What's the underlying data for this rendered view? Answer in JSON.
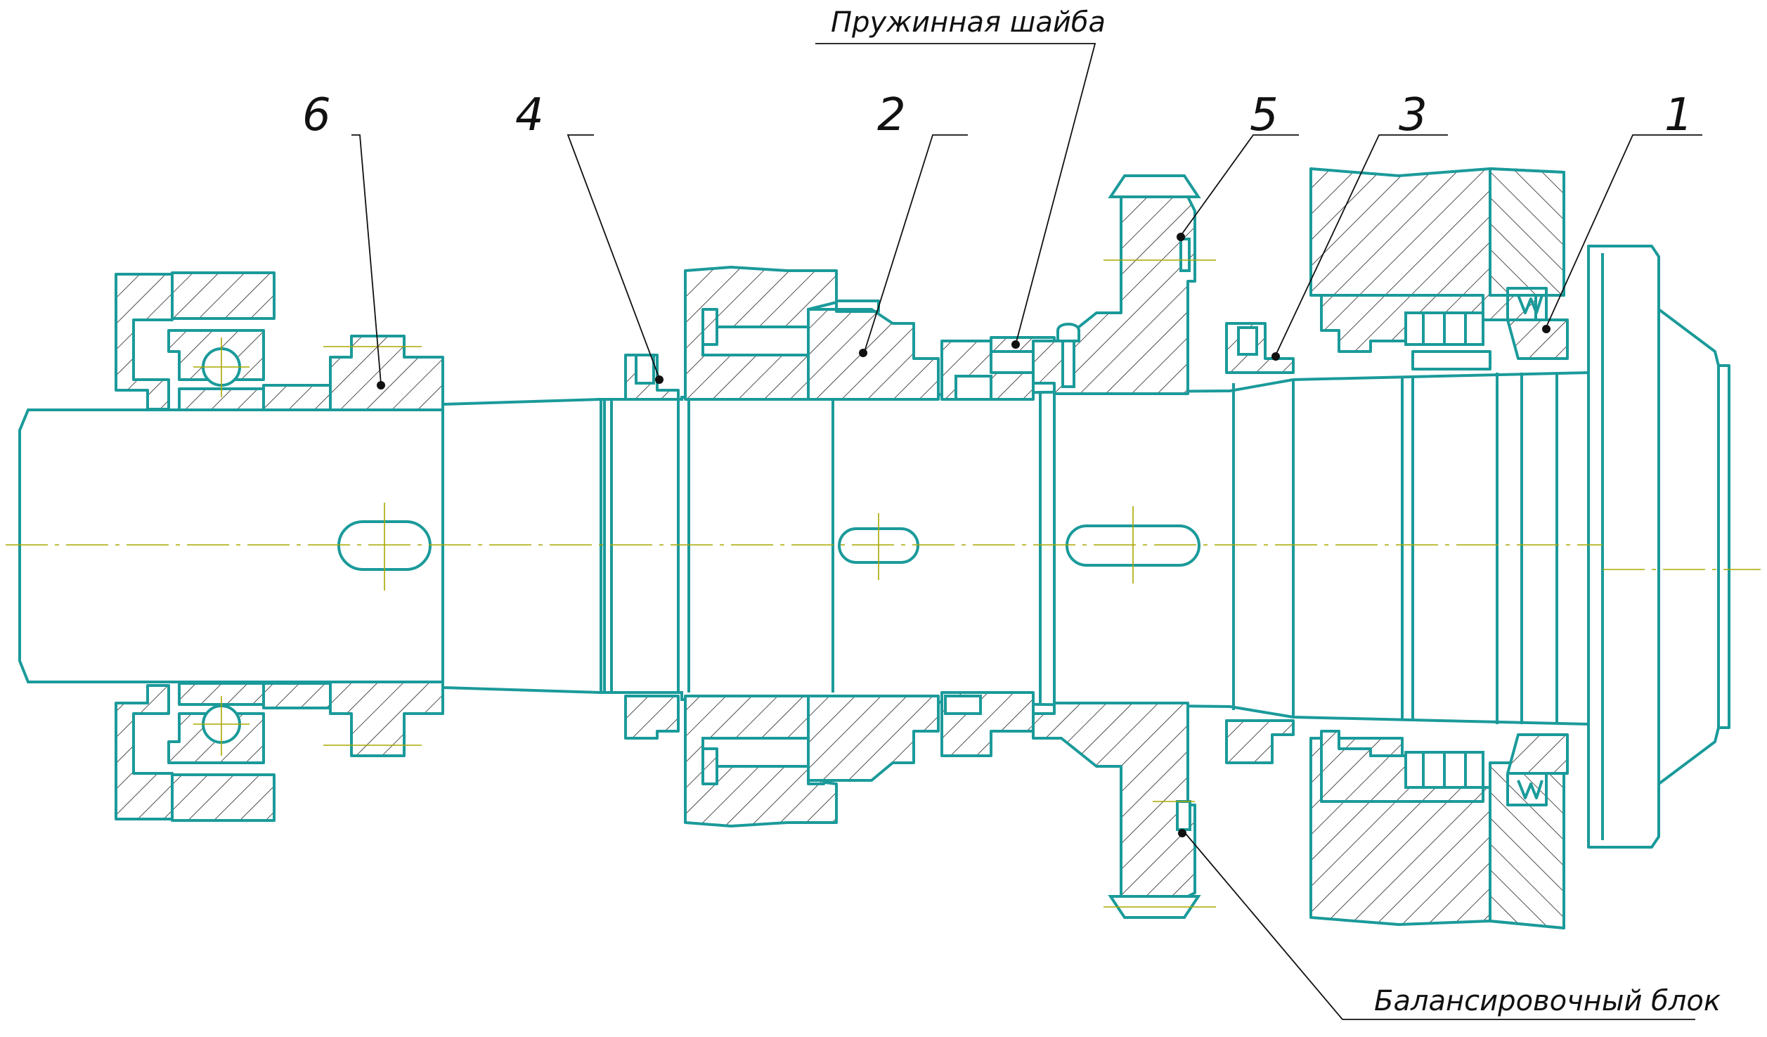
{
  "callouts": {
    "c1": "1",
    "c2": "2",
    "c3": "3",
    "c4": "4",
    "c5": "5",
    "c6": "6"
  },
  "notes": {
    "spring_washer": "Пружинная шайба",
    "balancing_block": "Балансировочный блок"
  },
  "colors": {
    "outline": "#1b9a9a",
    "centerline": "#a8a800",
    "leader": "#111111",
    "background": "#ffffff"
  }
}
